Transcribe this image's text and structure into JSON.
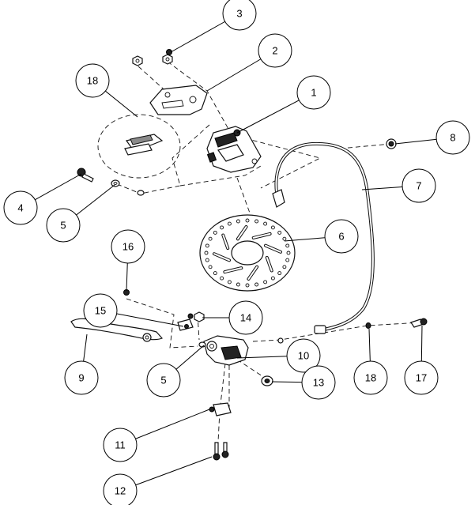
{
  "diagram": {
    "callouts": [
      {
        "id": "c3",
        "label": "3"
      },
      {
        "id": "c2",
        "label": "2"
      },
      {
        "id": "c18a",
        "label": "18"
      },
      {
        "id": "c1",
        "label": "1"
      },
      {
        "id": "c8",
        "label": "8"
      },
      {
        "id": "c7",
        "label": "7"
      },
      {
        "id": "c4",
        "label": "4"
      },
      {
        "id": "c5a",
        "label": "5"
      },
      {
        "id": "c6",
        "label": "6"
      },
      {
        "id": "c16",
        "label": "16"
      },
      {
        "id": "c15",
        "label": "15"
      },
      {
        "id": "c14",
        "label": "14"
      },
      {
        "id": "c10",
        "label": "10"
      },
      {
        "id": "c9",
        "label": "9"
      },
      {
        "id": "c5b",
        "label": "5"
      },
      {
        "id": "c13",
        "label": "13"
      },
      {
        "id": "c18b",
        "label": "18"
      },
      {
        "id": "c17",
        "label": "17"
      },
      {
        "id": "c11",
        "label": "11"
      },
      {
        "id": "c12",
        "label": "12"
      }
    ]
  }
}
